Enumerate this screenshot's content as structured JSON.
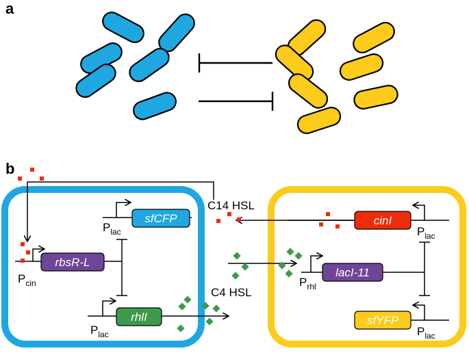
{
  "panel_a": {
    "letter": "a",
    "colors": {
      "blue_cell": "#1ea7e1",
      "yellow_cell": "#fccb1b",
      "cell_outline": "#000000"
    }
  },
  "panel_b": {
    "letter": "b",
    "colors": {
      "blue_box": "#1ea7e1",
      "yellow_box": "#fccb1b",
      "purple": "#6f4598",
      "green": "#3d9a4a",
      "red": "#ee2c0c",
      "cyan": "#1ea7e1",
      "yellow": "#fccb1b"
    },
    "signals": {
      "c14": "C14 HSL",
      "c4": "C4 HSL"
    },
    "genes": {
      "sfcfp": "sfCFP",
      "rbsr": "rbsR-L",
      "rhli": "rhlI",
      "cini": "cinI",
      "laci": "lacI-11",
      "sfyfp": "sfYFP"
    },
    "promoters": {
      "plac_top_left": {
        "main": "P",
        "sub": "lac"
      },
      "pcin": {
        "main": "P",
        "sub": "cin"
      },
      "plac_bottom_left": {
        "main": "P",
        "sub": "lac"
      },
      "plac_top_right": {
        "main": "P",
        "sub": "lac"
      },
      "prhl": {
        "main": "P",
        "sub": "rhl"
      },
      "plac_bottom_right": {
        "main": "P",
        "sub": "lac"
      }
    }
  }
}
